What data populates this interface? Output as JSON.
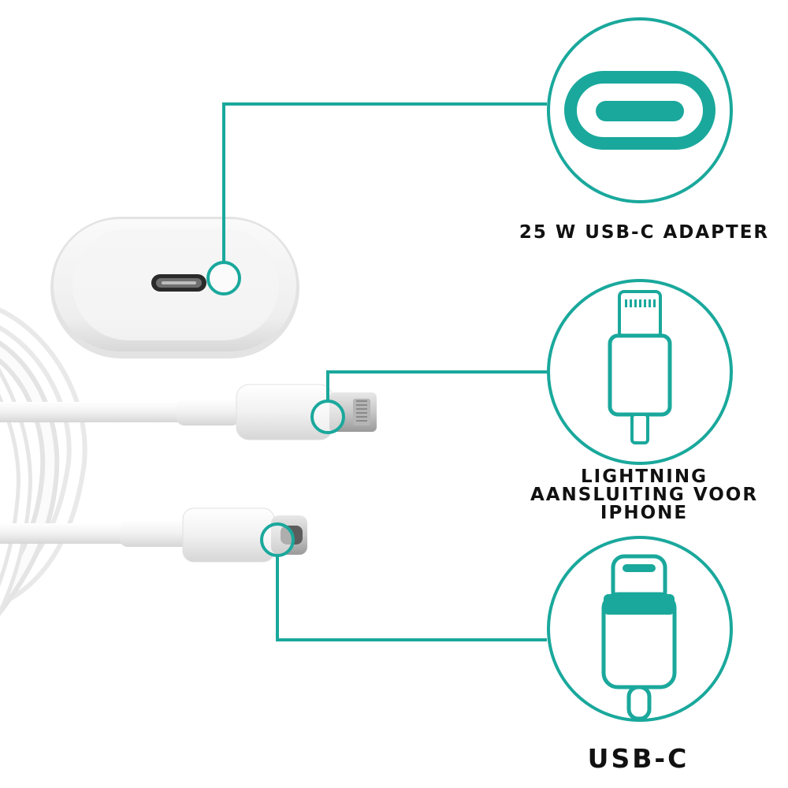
{
  "colors": {
    "accent": "#1aa89c",
    "device_white": "#f2f2f2",
    "device_shadow": "#d9d9d9",
    "text": "#111111"
  },
  "labels": {
    "adapter": "25 W USB-C ADAPTER",
    "lightning_line1": "LIGHTNING",
    "lightning_line2": "AANSLUITING VOOR",
    "lightning_line3": "IPHONE",
    "usbc": "USB-C"
  },
  "icons": {
    "adapter_port": "usb-c-port-icon",
    "lightning_plug": "lightning-plug-icon",
    "usbc_plug": "usb-c-plug-icon"
  }
}
